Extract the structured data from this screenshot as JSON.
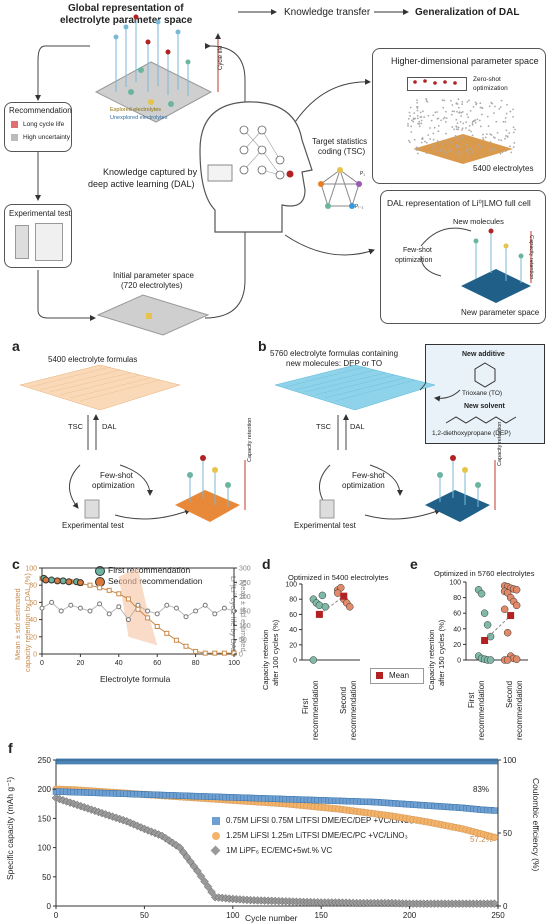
{
  "top": {
    "title_line1": "Global representation of",
    "title_line2": "electrolyte parameter space",
    "arrow_knowledge_transfer": "Knowledge transfer",
    "generalization": "Generalization of DAL",
    "cycle_life_axis": "Cycle life",
    "legend_explored": "Explored electrolytes",
    "legend_unexplored": "Unexplored electrolytes",
    "recommendation_title": "Recommendation",
    "rec_long_cycle": "Long cycle life",
    "rec_high_uncertainty": "High uncertainty",
    "knowledge_line1": "Knowledge captured by",
    "knowledge_line2": "deep active learning (DAL)",
    "experimental_test": "Experimental test",
    "initial_space_line1": "Initial parameter space",
    "initial_space_line2": "(720 electrolytes)",
    "tsc_line1": "Target statistics",
    "tsc_line2": "coding (TSC)",
    "p1": "P₁",
    "pi1": "Pᵢ₋₁",
    "higher_dim_title": "Higher-dimensional parameter space",
    "zero_shot_line1": "Zero-shot",
    "zero_shot_line2": "optimization",
    "electrolytes_5400": "5400 electrolytes",
    "dal_rep_title": "DAL representation of Li⁰|LMO full cell",
    "new_molecules": "New molecules",
    "few_shot_line1": "Few-shot",
    "few_shot_line2": "optimization",
    "capacity_retention_axis": "Capacity retention",
    "new_param_space": "New parameter space"
  },
  "panel_a": {
    "letter": "a",
    "formulas": "5400 electrolyte formulas",
    "tsc": "TSC",
    "dal": "DAL",
    "few_shot_line1": "Few-shot",
    "few_shot_line2": "optimization",
    "experimental_test": "Experimental test",
    "capacity_retention": "Capacity retention"
  },
  "panel_b": {
    "letter": "b",
    "formulas_line1": "5760 electrolyte formulas containing",
    "formulas_line2": "new molecules: DEP or TO",
    "new_additive": "New additive",
    "trioxane": "Trioxane (TO)",
    "new_solvent": "New solvent",
    "dep": "1,2-diethoxypropane (DEP)",
    "tsc": "TSC",
    "dal": "DAL",
    "few_shot_line1": "Few-shot",
    "few_shot_line2": "optimization",
    "experimental_test": "Experimental test",
    "capacity_retention": "Capacity retention"
  },
  "panel_c": {
    "letter": "c",
    "legend_first": "First recommendation",
    "legend_second": "Second recommendation",
    "xlabel": "Electrolyte formula",
    "ylabel_left_line1": "Mean ± std estimated",
    "ylabel_left_line2": "capacity retention by DAL (%)",
    "ylabel_right_line1": "Mean ± std estimated",
    "ylabel_right_line2": "Li⁰|Li⁰ cycle life by DAL",
    "xticks": [
      "0",
      "20",
      "40",
      "60",
      "80",
      "100"
    ],
    "yticks_left": [
      "0",
      "20",
      "40",
      "60",
      "80",
      "100"
    ],
    "yticks_right": [
      "0",
      "50",
      "100",
      "150",
      "200",
      "250",
      "300"
    ]
  },
  "panel_d": {
    "letter": "d",
    "title": "Optimized in 5400 electrolytes",
    "ylabel_line1": "Capacity retention",
    "ylabel_line2": "after 100 cycles (%)",
    "yticks": [
      "0",
      "20",
      "40",
      "60",
      "80",
      "100"
    ],
    "xcat1_line1": "First",
    "xcat1_line2": "recommendation",
    "xcat2_line1": "Second",
    "xcat2_line2": "recommendation",
    "legend_mean": "Mean"
  },
  "panel_e": {
    "letter": "e",
    "title": "Optimized in 5760 electrolytes",
    "ylabel_line1": "Capacity retention",
    "ylabel_line2": "after 150 cycles (%)",
    "yticks": [
      "0",
      "20",
      "40",
      "60",
      "80",
      "100"
    ],
    "xcat1_line1": "First",
    "xcat1_line2": "recommendation",
    "xcat2_line1": "Second",
    "xcat2_line2": "recommendation"
  },
  "panel_f": {
    "letter": "f",
    "ylabel_left": "Specific capacity (mAh g⁻¹)",
    "ylabel_right": "Coulombic efficiency (%)",
    "xlabel": "Cycle number",
    "yticks_left": [
      "0",
      "50",
      "100",
      "150",
      "200",
      "250"
    ],
    "yticks_right": [
      "0",
      "50",
      "100"
    ],
    "xticks": [
      "0",
      "50",
      "100",
      "150",
      "200",
      "250"
    ],
    "label_83": "83%",
    "label_57": "57.2%",
    "legend": [
      "0.75M LiFSI 0.75M LiTFSI DME/EC/DEP +VC/LiNO₃",
      "1.25M LiFSI 1.25m LiTFSI DME/EC/PC +VC/LiNO₃",
      "1M LiPF₆ EC/EMC+5wt.% VC"
    ]
  },
  "colors": {
    "orange": "#e08a3c",
    "blue": "#2f6fa7",
    "gray": "#8a8a8a",
    "teal": "#6bb5a0",
    "red": "#b22222",
    "tan": "#c88a4a"
  },
  "chart_data": [
    {
      "type": "scatter",
      "panel": "c",
      "xlabel": "Electrolyte formula",
      "ylabel": "Mean ± std estimated capacity retention by DAL (%)",
      "xlim": [
        0,
        100
      ],
      "ylim": [
        0,
        100
      ],
      "series": [
        {
          "name": "First recommendation",
          "x": [
            1,
            5,
            11,
            18
          ],
          "y": [
            88,
            86,
            85,
            84
          ]
        },
        {
          "name": "Second recommendation",
          "x": [
            2,
            8,
            14,
            20
          ],
          "y": [
            86,
            85,
            84,
            83
          ]
        },
        {
          "name": "estimated capacity retention",
          "x": [
            0,
            5,
            10,
            15,
            20,
            25,
            30,
            35,
            40,
            45,
            50,
            55,
            60,
            65,
            70,
            75,
            80,
            85,
            90,
            95,
            100
          ],
          "y": [
            88,
            86,
            85,
            84,
            82,
            80,
            77,
            74,
            70,
            64,
            52,
            42,
            32,
            24,
            16,
            9,
            3,
            1,
            1,
            1,
            1
          ]
        },
        {
          "name": "estimated cycle life",
          "x": [
            0,
            5,
            10,
            15,
            20,
            25,
            30,
            35,
            40,
            45,
            50,
            55,
            60,
            65,
            70,
            75,
            80,
            85,
            90,
            95,
            100
          ],
          "y": [
            160,
            180,
            150,
            170,
            160,
            150,
            175,
            140,
            165,
            120,
            170,
            150,
            140,
            170,
            160,
            130,
            150,
            170,
            140,
            160,
            150
          ]
        }
      ],
      "y2lim": [
        0,
        300
      ]
    },
    {
      "type": "scatter",
      "panel": "d",
      "title": "Optimized in 5400 electrolytes",
      "ylabel": "Capacity retention after 100 cycles (%)",
      "categories": [
        "First recommendation",
        "Second recommendation"
      ],
      "ylim": [
        0,
        100
      ],
      "series": [
        {
          "name": "First recommendation",
          "values": [
            80,
            75,
            72,
            85,
            70,
            0
          ]
        },
        {
          "name": "Second recommendation",
          "values": [
            92,
            95,
            80,
            75,
            70,
            88
          ]
        },
        {
          "name": "Mean",
          "values": [
            60,
            84
          ]
        }
      ]
    },
    {
      "type": "scatter",
      "panel": "e",
      "title": "Optimized in 5760 electrolytes",
      "ylabel": "Capacity retention after 150 cycles (%)",
      "categories": [
        "First recommendation",
        "Second recommendation"
      ],
      "ylim": [
        0,
        100
      ],
      "series": [
        {
          "name": "First recommendation",
          "values": [
            90,
            85,
            60,
            45,
            30,
            5,
            2,
            1,
            0,
            0
          ]
        },
        {
          "name": "Second recommendation",
          "values": [
            95,
            94,
            92,
            91,
            90,
            88,
            86,
            80,
            75,
            70,
            65,
            35,
            5,
            2,
            1,
            0,
            0
          ]
        },
        {
          "name": "Mean",
          "values": [
            25,
            57
          ]
        }
      ]
    },
    {
      "type": "line",
      "panel": "f",
      "xlabel": "Cycle number",
      "ylabel": "Specific capacity (mAh g⁻¹)",
      "xlim": [
        0,
        250
      ],
      "ylim": [
        0,
        250
      ],
      "x": [
        0,
        10,
        20,
        30,
        40,
        50,
        60,
        70,
        80,
        90,
        100,
        110,
        120,
        130,
        140,
        150,
        160,
        170,
        180,
        190,
        200,
        210,
        220,
        230,
        240,
        250
      ],
      "series": [
        {
          "name": "0.75M LiFSI 0.75M LiTFSI DME/EC/DEP +VC/LiNO₃",
          "values": [
            196,
            195,
            194,
            193,
            192,
            191,
            190,
            189,
            188,
            187,
            186,
            185,
            184,
            183,
            182,
            181,
            180,
            179,
            178,
            176,
            174,
            172,
            170,
            168,
            165,
            163
          ]
        },
        {
          "name": "1.25M LiFSI 1.25m LiTFSI DME/EC/PC +VC/LiNO₃",
          "values": [
            200,
            199,
            197,
            195,
            193,
            191,
            189,
            187,
            185,
            183,
            181,
            179,
            177,
            175,
            172,
            169,
            166,
            162,
            158,
            154,
            149,
            144,
            138,
            132,
            124,
            116
          ]
        },
        {
          "name": "1M LiPF₆ EC/EMC+5wt.% VC",
          "values": [
            185,
            175,
            165,
            155,
            145,
            132,
            120,
            100,
            60,
            15,
            12,
            10,
            9,
            8,
            7,
            6,
            6,
            5,
            5,
            5,
            4,
            4,
            4,
            4,
            4,
            4
          ]
        }
      ],
      "y2label": "Coulombic efficiency (%)",
      "y2lim": [
        0,
        100
      ]
    }
  ]
}
